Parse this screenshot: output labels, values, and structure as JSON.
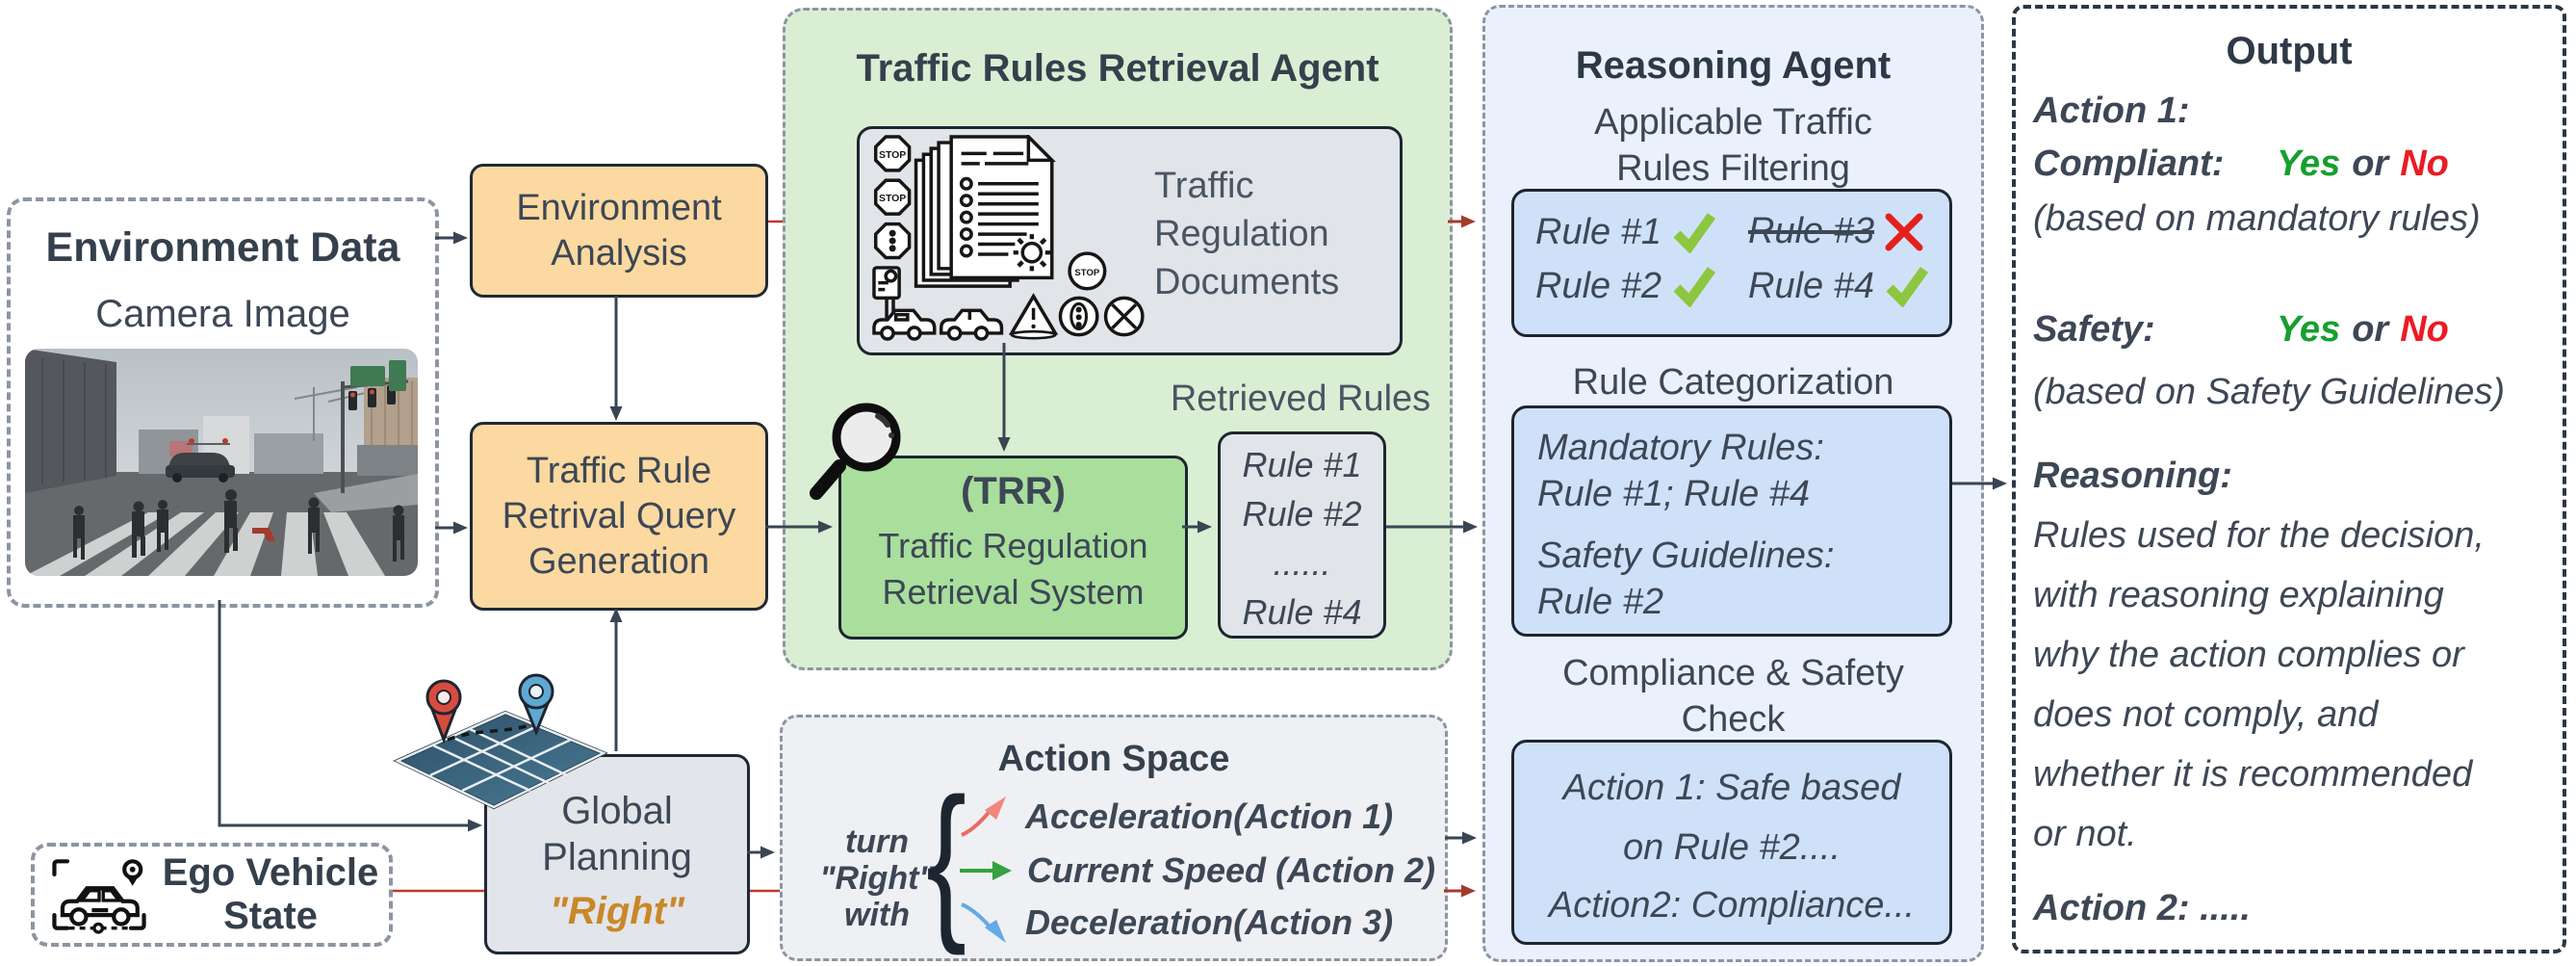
{
  "colors": {
    "accent_orange_box": "#fbd9a0",
    "green_panel": "#daeed4",
    "trr_green": "#a9de9d",
    "reasoning_panel": "#eaf1fc",
    "reasoning_inner_box": "#cfe1f9",
    "gray_box": "#e1e4e8",
    "yes_green": "#169f2e",
    "no_red": "#ea1c24",
    "check_green": "#8dc63f",
    "cross_red": "#e3201b",
    "command_orange": "#c98728",
    "red_connector": "#c0392b",
    "arrow_dark": "#3a4553"
  },
  "environment_data": {
    "title": "Environment Data",
    "subtitle": "Camera Image"
  },
  "environment_analysis": {
    "line1": "Environment",
    "line2": "Analysis"
  },
  "trr_query": {
    "line1": "Traffic Rule",
    "line2": "Retrival Query",
    "line3": "Generation"
  },
  "global_planning": {
    "line1": "Global",
    "line2": "Planning",
    "command": "\"Right\""
  },
  "ego_vehicle": {
    "line1": "Ego Vehicle",
    "line2": "State"
  },
  "retrieval_agent": {
    "title": "Traffic Rules Retrieval Agent",
    "documents": {
      "line1": "Traffic",
      "line2": "Regulation",
      "line3": "Documents"
    },
    "trr": {
      "abbr": "(TRR)",
      "line1": "Traffic Regulation",
      "line2": "Retrieval System"
    },
    "retrieved_label": "Retrieved Rules",
    "retrieved_rules": [
      "Rule #1",
      "Rule #2",
      "......",
      "Rule #4"
    ]
  },
  "action_space": {
    "title": "Action Space",
    "condition_line1": "turn \"Right\"",
    "condition_line2": "with",
    "actions": [
      {
        "label": "Acceleration(Action 1)"
      },
      {
        "label": "Current Speed (Action 2)"
      },
      {
        "label": "Deceleration(Action 3)"
      }
    ]
  },
  "reasoning_agent": {
    "title": "Reasoning Agent",
    "filtering": {
      "heading_line1": "Applicable Traffic",
      "heading_line2": "Rules Filtering",
      "rules": [
        {
          "label": "Rule #1",
          "status": "pass"
        },
        {
          "label": "Rule #3",
          "status": "fail"
        },
        {
          "label": "Rule #2",
          "status": "pass"
        },
        {
          "label": "Rule #4",
          "status": "pass"
        }
      ]
    },
    "categorization": {
      "heading": "Rule Categorization",
      "line1": "Mandatory Rules:",
      "line2": "Rule #1; Rule #4",
      "line3": "Safety Guidelines:",
      "line4": "Rule #2"
    },
    "compliance": {
      "heading_line1": "Compliance & Safety",
      "heading_line2": "Check",
      "line1": "Action 1:  Safe based",
      "line2": "on Rule #2....",
      "line3": "Action2: Compliance..."
    }
  },
  "output": {
    "title": "Output",
    "action1": "Action 1:",
    "compliant_label": "Compliant:",
    "yes": "Yes",
    "or": "or",
    "no": "No",
    "note1": "(based on mandatory rules)",
    "safety_label": "Safety:",
    "note2": "(based on Safety Guidelines)",
    "reasoning_label": "Reasoning:",
    "reasoning_lines": [
      "Rules used for the decision,",
      "with reasoning explaining",
      "why the action complies or",
      "does not comply, and",
      "whether it is recommended",
      "or not."
    ],
    "action2": "Action 2:  ....."
  }
}
